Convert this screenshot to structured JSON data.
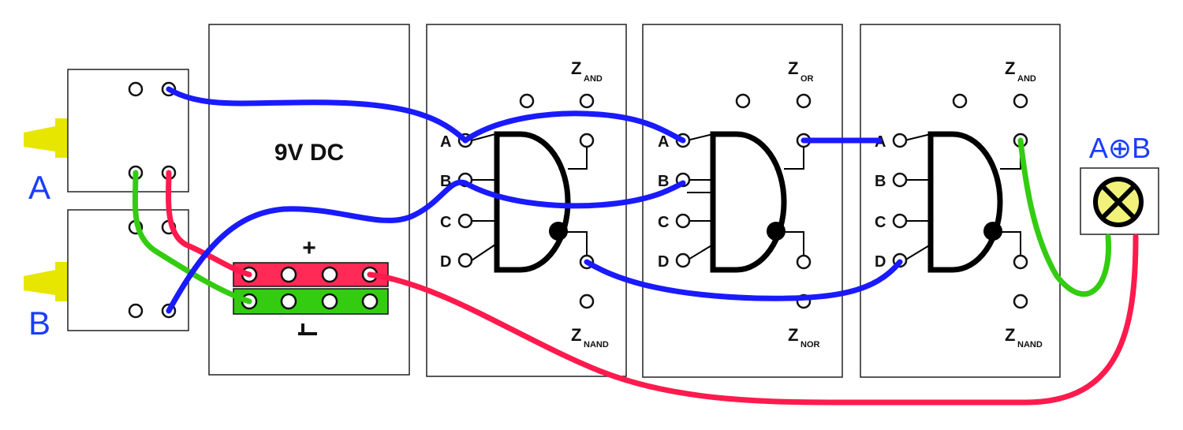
{
  "switches": {
    "a_label": "A",
    "b_label": "B"
  },
  "power": {
    "title": "9V DC",
    "plus": "+",
    "minus": "−"
  },
  "modules": [
    {
      "pins": [
        "A",
        "B",
        "C",
        "D"
      ],
      "top_output": "Z",
      "top_output_sub": "AND",
      "bottom_output": "Z",
      "bottom_output_sub": "NAND"
    },
    {
      "pins": [
        "A",
        "B",
        "C",
        "D"
      ],
      "top_output": "Z",
      "top_output_sub": "OR",
      "bottom_output": "Z",
      "bottom_output_sub": "NOR"
    },
    {
      "pins": [
        "A",
        "B",
        "C",
        "D"
      ],
      "top_output": "Z",
      "top_output_sub": "AND",
      "bottom_output": "Z",
      "bottom_output_sub": "NAND"
    }
  ],
  "lamp": {
    "label": "A⊕B"
  },
  "colors": {
    "wire_blue": "#1a1aff",
    "wire_red": "#ff1a4d",
    "wire_green": "#33cc11",
    "switch_knob": "#e6e600",
    "rail_plus": "#ff2a55",
    "rail_minus": "#33cc11",
    "lamp_fill": "#f2f27a",
    "label_blue": "#1a3cff"
  }
}
